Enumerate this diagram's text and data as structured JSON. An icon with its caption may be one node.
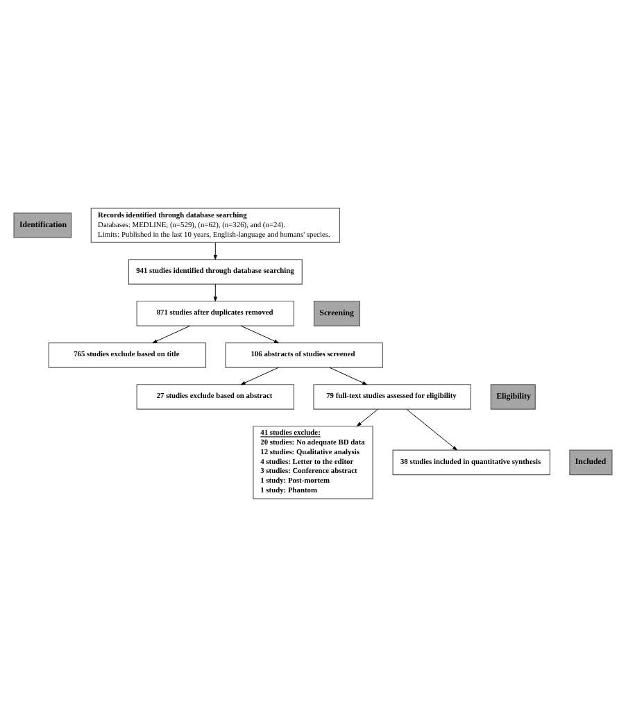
{
  "diagram": {
    "nodes": [
      {
        "text": [
          "Identification"
        ]
      },
      {
        "text": [
          "Records identified through database searching",
          "Databases: MEDLINE; (n=529), (n=62), (n=326), and (n=24).",
          "Limits: Published in the last 10 years, English-language and humans' species."
        ]
      },
      {
        "text": [
          "941 studies identified through database searching"
        ]
      },
      {
        "text": [
          "Screening"
        ]
      },
      {
        "text": [
          "871 studies after duplicates removed"
        ]
      },
      {
        "text": [
          "765 studies exclude based on title"
        ]
      },
      {
        "text": [
          "106 abstracts of studies screened"
        ]
      },
      {
        "text": [
          "Eligibility"
        ]
      },
      {
        "text": [
          "27 studies exclude based on abstract"
        ]
      },
      {
        "text": [
          "79 full-text studies assessed for eligibility"
        ]
      },
      {
        "text": [
          "41 studies exclude:",
          "20 studies: No adequate BD data",
          "12 studies: Qualitative analysis",
          "4 studies: Letter to the editor",
          "3 studies: Conference abstract",
          "1 study: Post-mortem",
          "1 study: Phantom"
        ]
      },
      {
        "text": [
          "Included"
        ]
      },
      {
        "text": [
          "38 studies included in quantitative synthesis"
        ]
      }
    ],
    "edges": [
      {
        "from": 1,
        "to": 2,
        "arrow": "to"
      },
      {
        "from": 2,
        "to": 4,
        "arrow": "to"
      },
      {
        "from": 4,
        "to": 5,
        "arrow": "to"
      },
      {
        "from": 4,
        "to": 6,
        "arrow": "to"
      },
      {
        "from": 6,
        "to": 8,
        "arrow": "to"
      },
      {
        "from": 6,
        "to": 9,
        "arrow": "to"
      },
      {
        "from": 9,
        "to": 10,
        "arrow": "to"
      },
      {
        "from": 9,
        "to": 12,
        "arrow": "to"
      }
    ]
  }
}
